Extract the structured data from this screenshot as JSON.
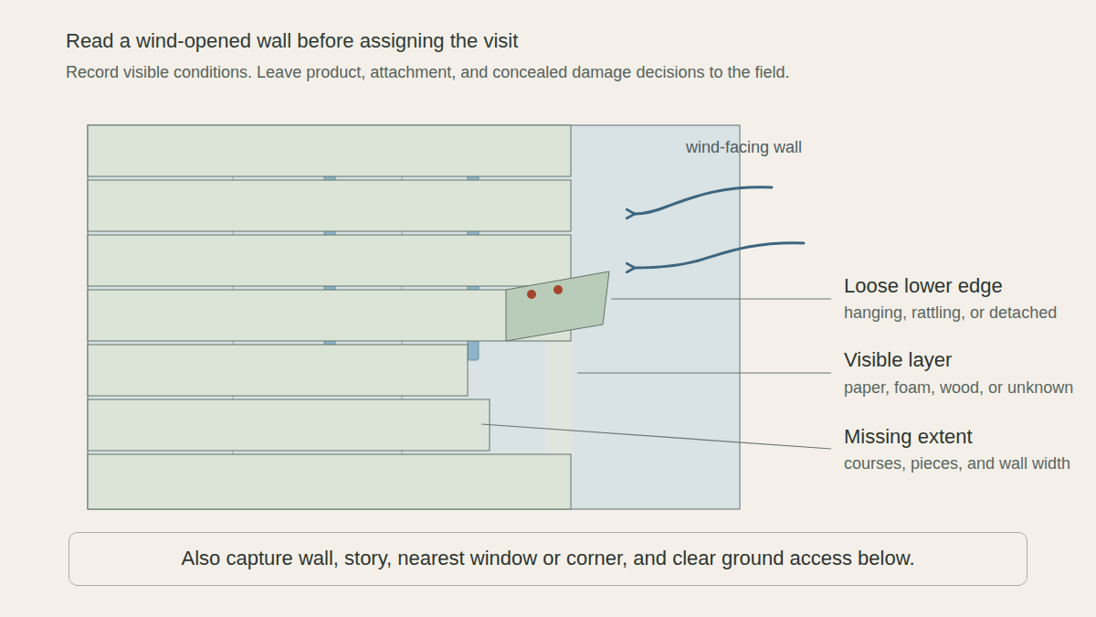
{
  "diagram": {
    "title": "Read a wind-opened wall before assigning the visit",
    "nodes": [
      {
        "text": [
          "Also capture wall, story, nearest window or corner, and clear ground access below."
        ]
      }
    ],
    "labels": [
      "Record visible conditions. Leave product, attachment, and concealed damage decisions to the field.",
      "wind-facing wall",
      "Loose lower edge",
      "hanging, rattling, or detached",
      "Visible layer",
      "paper, foam, wood, or unknown",
      "Missing extent",
      "courses, pieces, and wall width"
    ]
  }
}
